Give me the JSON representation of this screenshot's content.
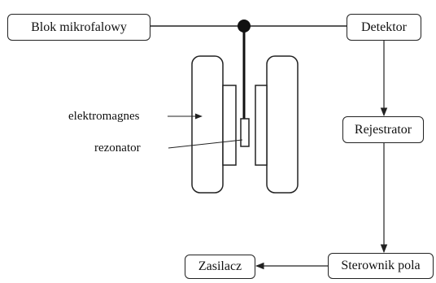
{
  "diagram": {
    "boxes": {
      "blok": "Blok mikrofalowy",
      "detektor": "Detektor",
      "rejestrator": "Rejestrator",
      "sterownik": "Sterownik pola",
      "zasilacz": "Zasilacz"
    },
    "labels": {
      "elektromagnes": "elektromagnes",
      "rezonator": "rezonator"
    }
  }
}
